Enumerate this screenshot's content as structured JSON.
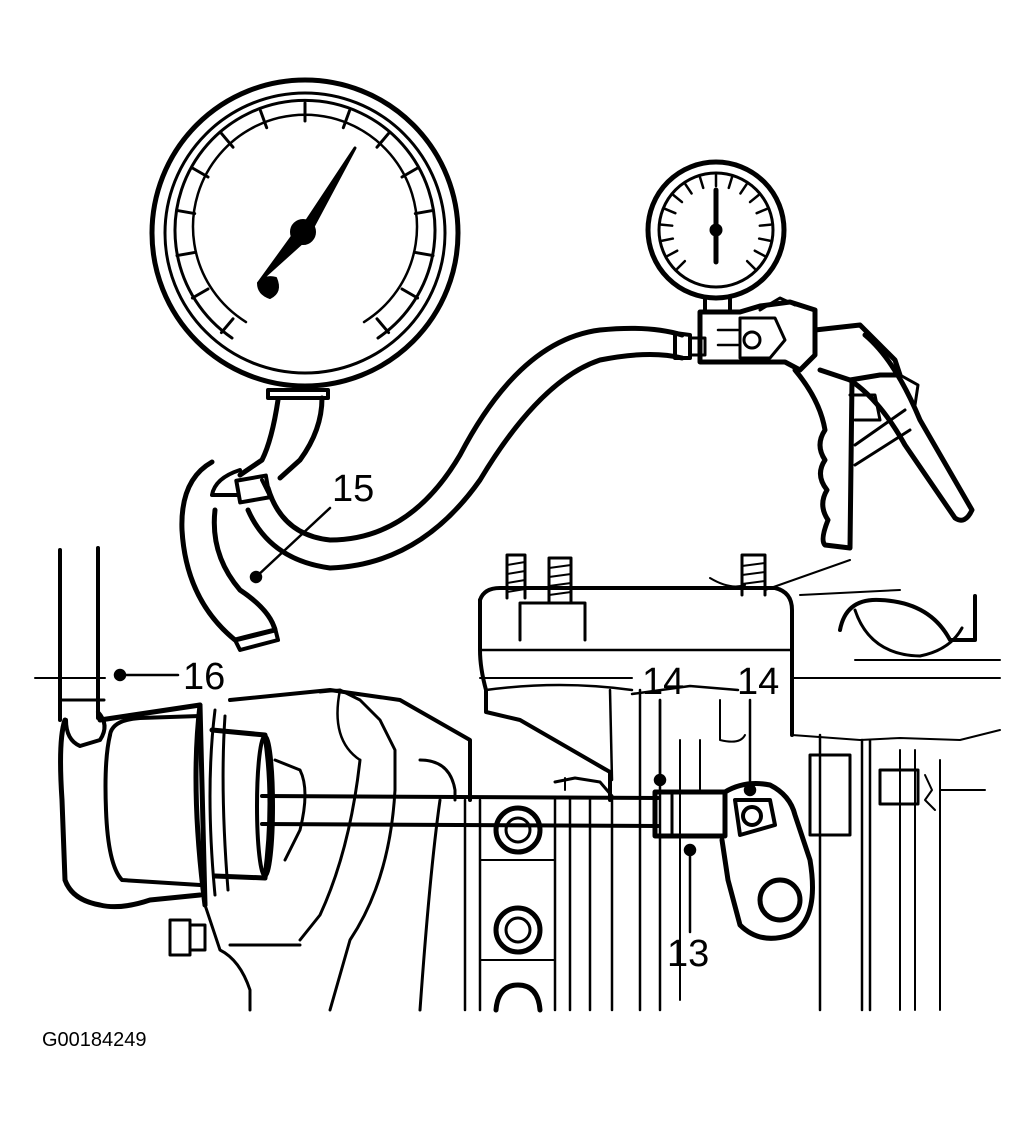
{
  "callouts": {
    "c13": "13",
    "c14a": "14",
    "c14b": "14",
    "c15": "15",
    "c16": "16"
  },
  "figure_id": "G00184249",
  "colors": {
    "ink": "#000000",
    "paper": "#ffffff"
  }
}
